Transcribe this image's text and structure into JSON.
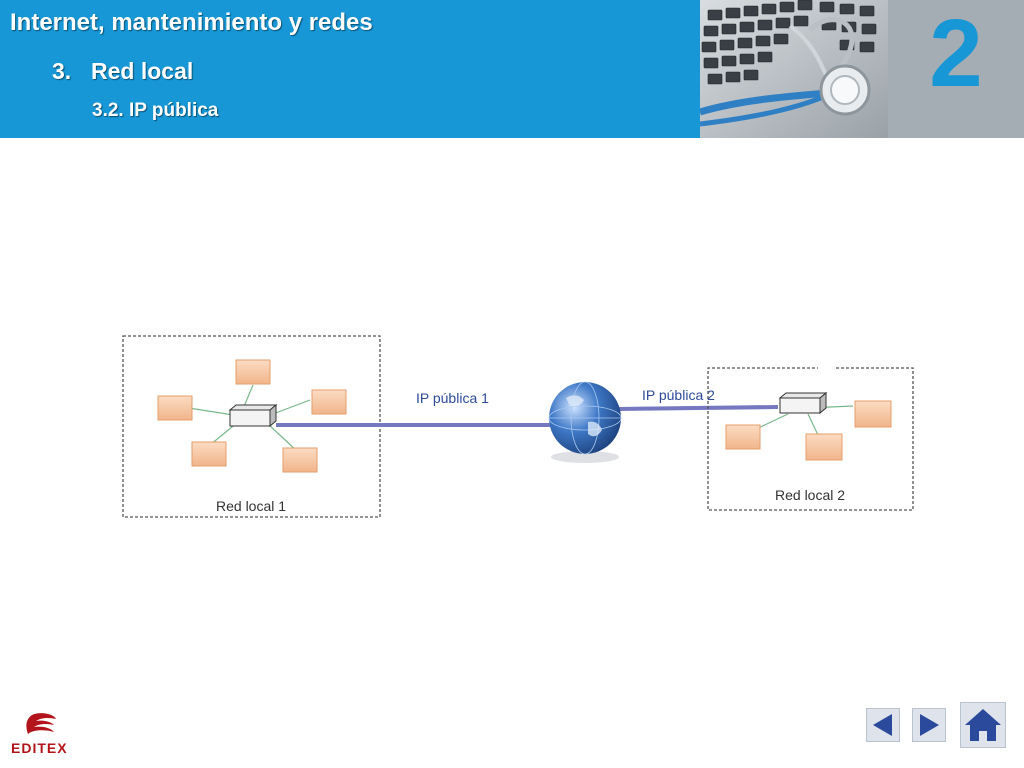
{
  "header": {
    "course_title": "Internet, mantenimiento y redes",
    "section_number": "3.",
    "section_title": "Red local",
    "subsection": "3.2. IP pública",
    "chapter_number": "2"
  },
  "diagram": {
    "lan1_label": "Red local 1",
    "lan2_label": "Red local 2",
    "ip1_label": "IP pública 1",
    "ip2_label": "IP pública 2"
  },
  "footer": {
    "logo_text": "EDITEX"
  },
  "colors": {
    "header_blue": "#1797d5",
    "chapter_gray": "#a4adb4",
    "link_line": "#7378c0",
    "device_fill": "#f6c9a6",
    "device_border": "#e49e6a",
    "logo_red": "#b3131b"
  },
  "icons": {
    "prev": "triangle-left-icon",
    "next": "triangle-right-icon",
    "home": "house-icon"
  }
}
